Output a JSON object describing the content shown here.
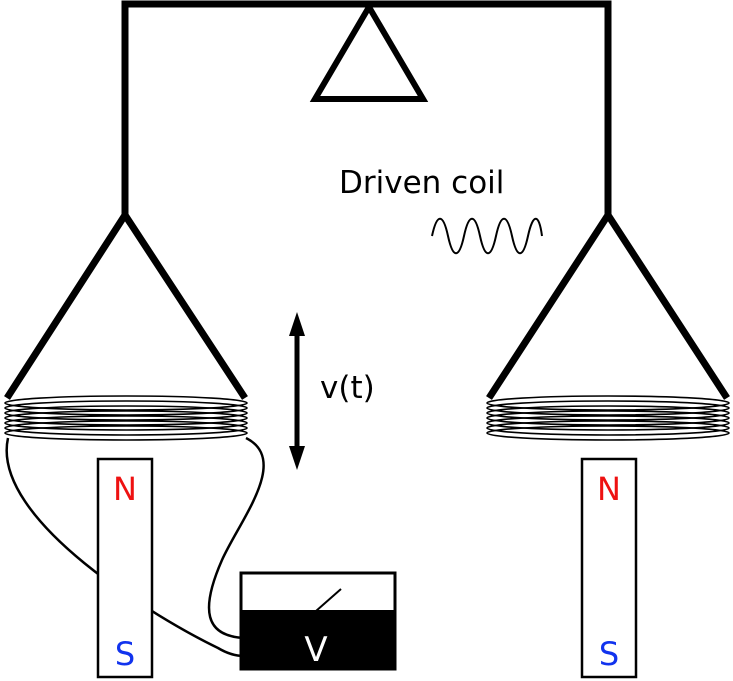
{
  "labels": {
    "driven_coil": "Driven coil",
    "velocity": "v(t)",
    "voltmeter": "V"
  },
  "magnets": {
    "left": {
      "north": "N",
      "south": "S"
    },
    "right": {
      "north": "N",
      "south": "S"
    }
  },
  "colors": {
    "frame": "#000000",
    "north": "#ee1111",
    "south": "#1133ee",
    "background": "#ffffff"
  },
  "icons": {
    "pivot": "triangle-pivot-icon",
    "oscillation": "sine-wave-icon",
    "velocity": "double-arrow-icon"
  }
}
